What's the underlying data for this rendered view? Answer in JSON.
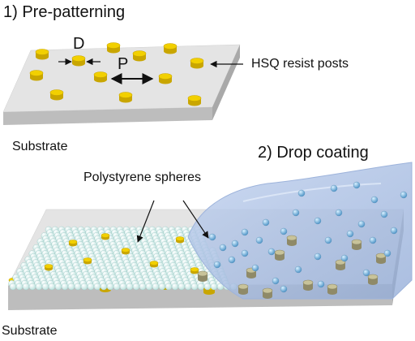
{
  "steps": [
    {
      "label": "1) Pre-patterning"
    },
    {
      "label": "2) Drop coating"
    }
  ],
  "labels": {
    "diameter": "D",
    "pitch": "P",
    "posts": "HSQ resist posts",
    "spheres": "Polystyrene  spheres",
    "substrate_top": "Substrate",
    "substrate_bottom": "Substrate"
  },
  "colors": {
    "post": "#f2d000",
    "post_dark": "#c9a600",
    "substrate_top": "#e4e4e4",
    "substrate_side": "#bdbdbd",
    "sphere": "#e3f6f4",
    "sphere_edge": "#9cc8c4",
    "droplet": "#a6bde0",
    "droplet_sphere": "#7eb8dc"
  }
}
